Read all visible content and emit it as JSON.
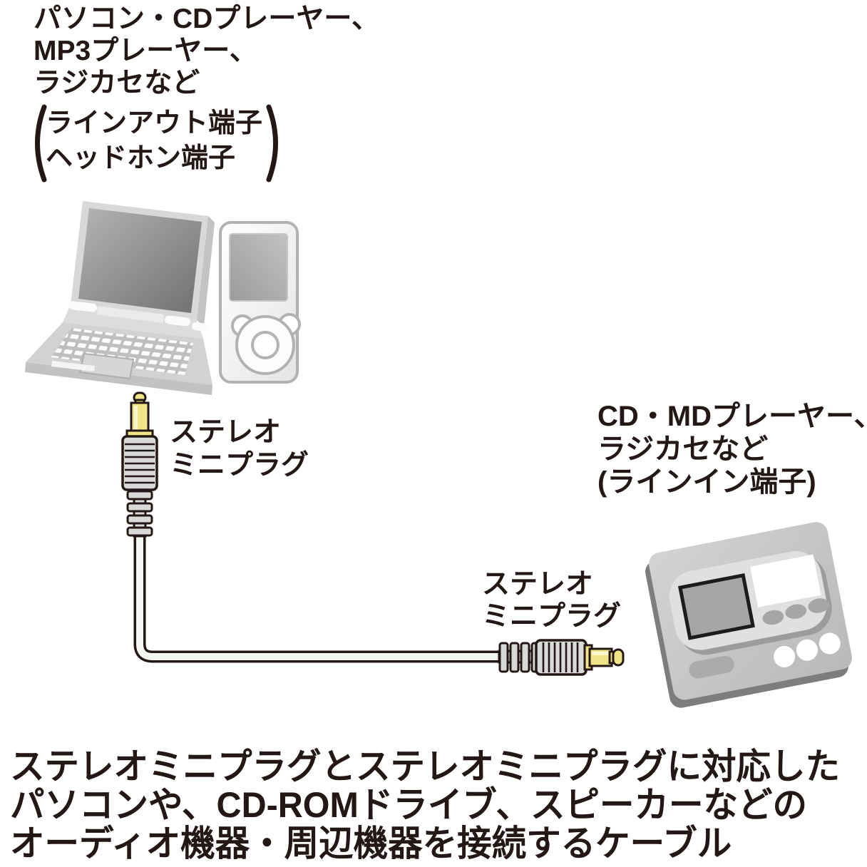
{
  "page": {
    "background": "#ffffff",
    "text_color": "#231815",
    "outline_color": "#231815",
    "plug_gold": "#f1e387",
    "plug_gray": "#d9d9d9",
    "cable_white": "#f4f6f3"
  },
  "source_devices_label": {
    "line1": "パソコン・CDプレーヤー、",
    "line2": "MP3プレーヤー、",
    "line3": "ラジカセなど"
  },
  "source_jacks_label": {
    "line1": "ラインアウト端子",
    "line2": "ヘッドホン端子"
  },
  "left_plug_label": {
    "line1": "ステレオ",
    "line2": "ミニプラグ"
  },
  "right_plug_label": {
    "line1": "ステレオ",
    "line2": "ミニプラグ"
  },
  "dest_devices_label": {
    "line1": "CD・MDプレーヤー、",
    "line2": "ラジカセなど",
    "line3": "(ラインイン端子)"
  },
  "description": {
    "line1": "ステレオミニプラグとステレオミニプラグに対応した",
    "line2": "パソコンや、CD-ROMドライブ、スピーカーなどの",
    "line3": "オーディオ機器・周辺機器を接続するケーブル"
  },
  "illustrations": {
    "laptop": "laptop computer",
    "mp3_player": "portable MP3 player",
    "cable": "stereo mini plug to stereo mini plug cable",
    "md_player": "CD/MD player"
  }
}
